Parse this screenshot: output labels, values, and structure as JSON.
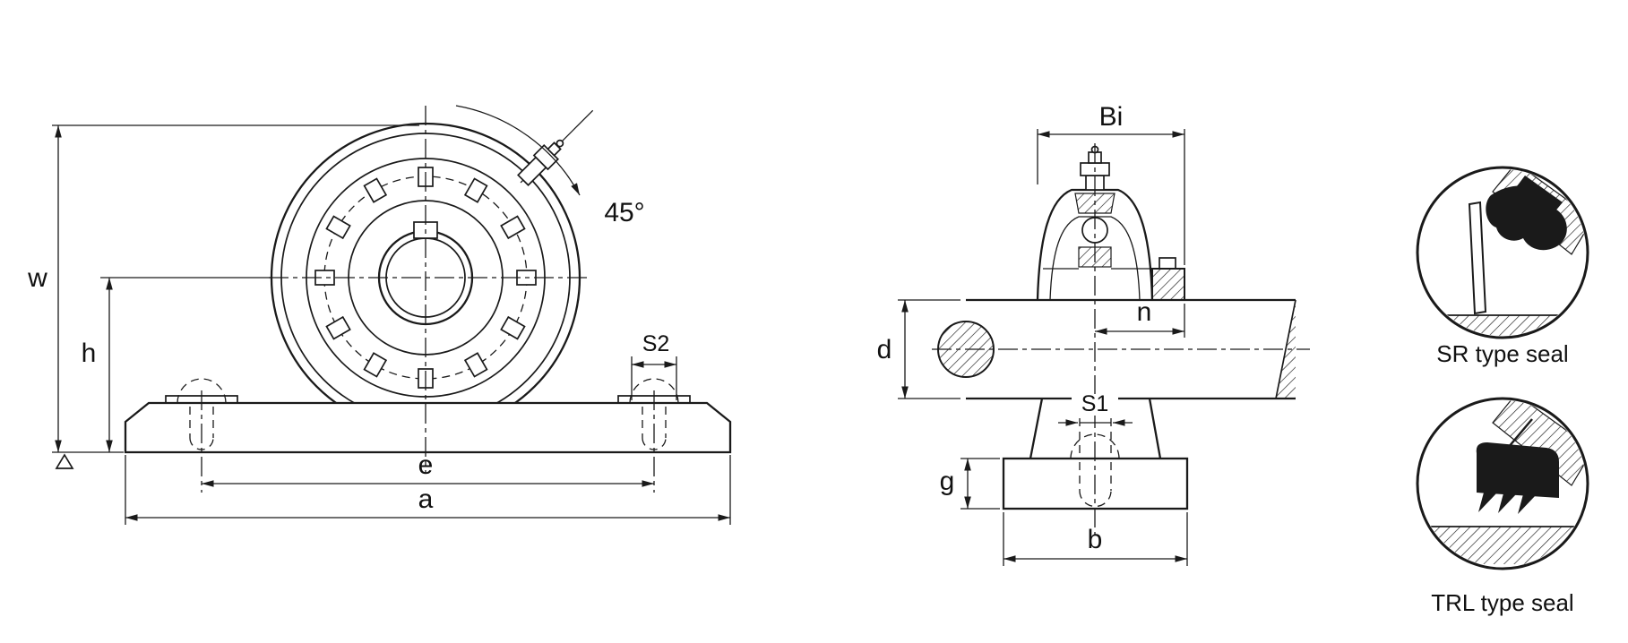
{
  "colors": {
    "line": "#1a1a1a",
    "background": "#ffffff"
  },
  "front_view": {
    "labels": {
      "w": "w",
      "h": "h",
      "angle": "45°",
      "s2": "S2",
      "e": "e",
      "a": "a"
    }
  },
  "side_view": {
    "labels": {
      "bi": "Bi",
      "n": "n",
      "d": "d",
      "s1": "S1",
      "g": "g",
      "b": "b"
    }
  },
  "seal_details": {
    "sr": {
      "label": "SR type seal"
    },
    "trl": {
      "label": "TRL type seal"
    }
  }
}
